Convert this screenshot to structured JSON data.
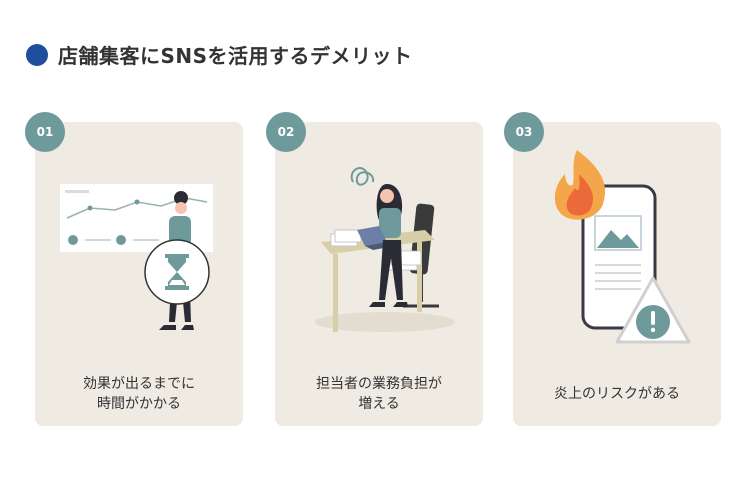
{
  "heading": {
    "title": "店舗集客にSNSを活用するデメリット"
  },
  "cards": [
    {
      "number": "01",
      "caption_lines": [
        "効果が出るまでに",
        "時間がかかる"
      ]
    },
    {
      "number": "02",
      "caption_lines": [
        "担当者の業務負担が",
        "増える"
      ]
    },
    {
      "number": "03",
      "caption_lines": [
        "炎上のリスクがある"
      ]
    }
  ],
  "colors": {
    "accent": "#1d4f9c",
    "badge": "#6f9a9c",
    "card_bg": "#efebe3"
  },
  "icons": [
    "hourglass-icon",
    "chart-icon",
    "laptop-icon",
    "fire-icon",
    "smartphone-icon",
    "warning-icon"
  ]
}
